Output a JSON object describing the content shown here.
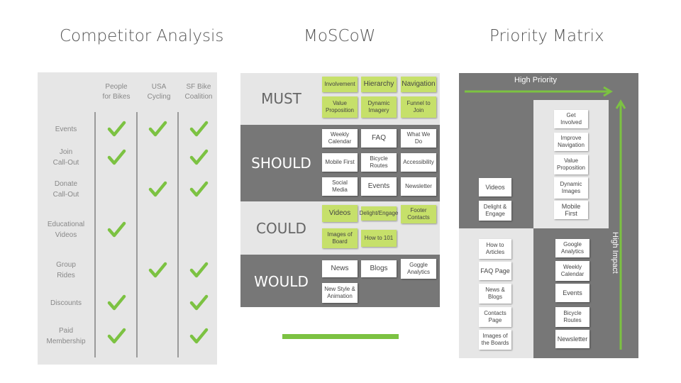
{
  "titles": {
    "competitor": "Competitor Analysis",
    "moscow": "MoSCoW",
    "priority": "Priority Matrix"
  },
  "competitor": {
    "columns": [
      "People\nfor Bikes",
      "USA\nCycling",
      "SF Bike\nCoalition"
    ],
    "rows": [
      {
        "label": "Events",
        "checks": [
          true,
          true,
          true
        ]
      },
      {
        "label": "Join\nCall-Out",
        "checks": [
          true,
          false,
          true
        ]
      },
      {
        "label": "Donate\nCall-Out",
        "checks": [
          false,
          true,
          true
        ]
      },
      {
        "label": "Educational\nVideos",
        "checks": [
          true,
          false,
          false
        ]
      },
      {
        "label": "Group\nRides",
        "checks": [
          false,
          true,
          true
        ]
      },
      {
        "label": "Discounts",
        "checks": [
          true,
          false,
          true
        ]
      },
      {
        "label": "Paid\nMembership",
        "checks": [
          true,
          false,
          true
        ]
      }
    ],
    "check_color": "#7cc242"
  },
  "moscow": {
    "bands": [
      {
        "label": "MUST",
        "shade": "light",
        "notes": [
          {
            "text": "Involvement",
            "color": "green"
          },
          {
            "text": "Hierarchy",
            "color": "green"
          },
          {
            "text": "Navigation",
            "color": "green"
          },
          {
            "text": "Value\nProposition",
            "color": "green"
          },
          {
            "text": "Dynamic\nImagery",
            "color": "green"
          },
          {
            "text": "Funnel to\nJoin",
            "color": "green"
          }
        ]
      },
      {
        "label": "SHOULD",
        "shade": "dark",
        "notes": [
          {
            "text": "Weekly\nCalendar",
            "color": "white"
          },
          {
            "text": "FAQ",
            "color": "white"
          },
          {
            "text": "What We\nDo",
            "color": "white"
          },
          {
            "text": "Mobile First",
            "color": "white"
          },
          {
            "text": "Bicycle\nRoutes",
            "color": "white"
          },
          {
            "text": "Accessibility",
            "color": "white"
          },
          {
            "text": "Social\nMedia",
            "color": "white"
          },
          {
            "text": "Events",
            "color": "white"
          },
          {
            "text": "Newsletter",
            "color": "white"
          }
        ]
      },
      {
        "label": "COULD",
        "shade": "light",
        "notes": [
          {
            "text": "Videos",
            "color": "green"
          },
          {
            "text": "Delight/Engage",
            "color": "green"
          },
          {
            "text": "Footer\nContacts",
            "color": "green"
          },
          {
            "text": "Images of\nBoard",
            "color": "green"
          },
          {
            "text": "How to 101",
            "color": "green"
          }
        ]
      },
      {
        "label": "WOULD",
        "shade": "dark",
        "notes": [
          {
            "text": "News",
            "color": "white"
          },
          {
            "text": "Blogs",
            "color": "white"
          },
          {
            "text": "Goggle\nAnalytics",
            "color": "white"
          },
          {
            "text": "New Style &\nAnimation",
            "color": "white"
          }
        ]
      }
    ],
    "colors": {
      "green": "#c6e06a",
      "dark": "#777777",
      "light": "#e6e6e6"
    }
  },
  "priority": {
    "x_axis": "High Priority",
    "y_axis": "High Impact",
    "quadrants": {
      "top_right": [
        "Get\nInvolved",
        "Improve\nNavigation",
        "Value\nProposition",
        "Dynamic\nImages",
        "Mobile First"
      ],
      "top_left": [
        "Videos",
        "Delight &\nEngage"
      ],
      "bottom_left": [
        "How to\nArticles",
        "FAQ Page",
        "News &\nBlogs",
        "Contacts\nPage",
        "Images of\nthe Boards"
      ],
      "bottom_right": [
        "Google\nAnalytics",
        "Weekly\nCalendar",
        "Events",
        "Bicycle\nRoutes",
        "Newsletter"
      ]
    },
    "arrow_color": "#7cc242"
  }
}
